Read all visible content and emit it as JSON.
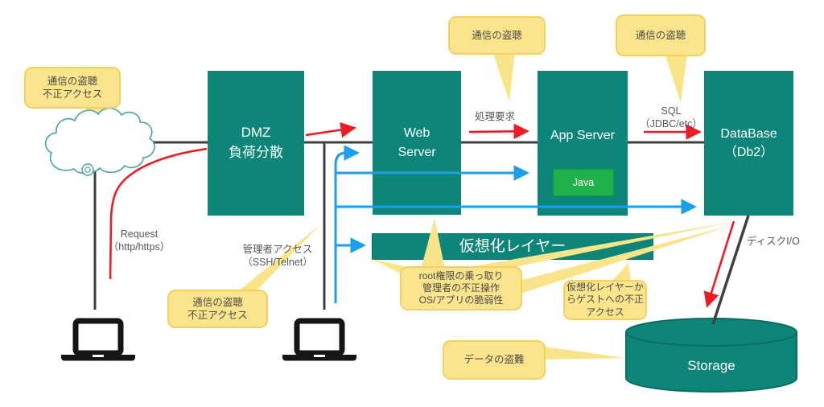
{
  "nodes": {
    "dmz": {
      "line1": "DMZ",
      "line2": "負荷分散"
    },
    "web_server": {
      "line1": "Web",
      "line2": "Server"
    },
    "app_server": {
      "label": "App Server"
    },
    "java": {
      "label": "Java"
    },
    "database": {
      "line1": "DataBase",
      "line2": "（Db2）"
    },
    "virtualization_layer": {
      "label": "仮想化レイヤー"
    },
    "storage": {
      "label": "Storage"
    }
  },
  "callouts": {
    "internet_threat": {
      "line1": "通信の盗聴",
      "line2": "不正アクセス"
    },
    "web_app_link_threat": {
      "label": "通信の盗聴"
    },
    "app_db_link_threat": {
      "label": "通信の盗聴"
    },
    "admin_link_threat": {
      "line1": "通信の盗聴",
      "line2": "不正アクセス"
    },
    "server_threat": {
      "line1": "root権限の乗っ取り",
      "line2": "管理者の不正操作",
      "line3": "OS/アプリの脆弱性"
    },
    "vlayer_threat": {
      "line1": "仮想化レイヤーか",
      "line2": "らゲストへの不正",
      "line3": "アクセス"
    },
    "storage_threat": {
      "label": "データの盗難"
    }
  },
  "edge_labels": {
    "request": {
      "line1": "Request",
      "line2": "（http/https）"
    },
    "admin_access": {
      "line1": "管理者アクセス",
      "line2": "（SSH/Telnet）"
    },
    "process_request": {
      "label": "処理要求"
    },
    "sql": {
      "line1": "SQL",
      "line2": "（JDBC/etc）"
    },
    "disk_io": {
      "label": "ディスクI/O"
    }
  },
  "colors": {
    "node_teal": "#0D8679",
    "node_teal_border": "#0A6E63",
    "callout_yellow": "#FBE58C",
    "callout_border": "#F3D15F",
    "arrow_red": "#EC1C24",
    "arrow_blue": "#1B9FE8",
    "java_green": "#1DB24C",
    "line_dark": "#3F3F3F",
    "cloud_outline": "#49A3A6",
    "text_dark": "#4a4a4a"
  }
}
